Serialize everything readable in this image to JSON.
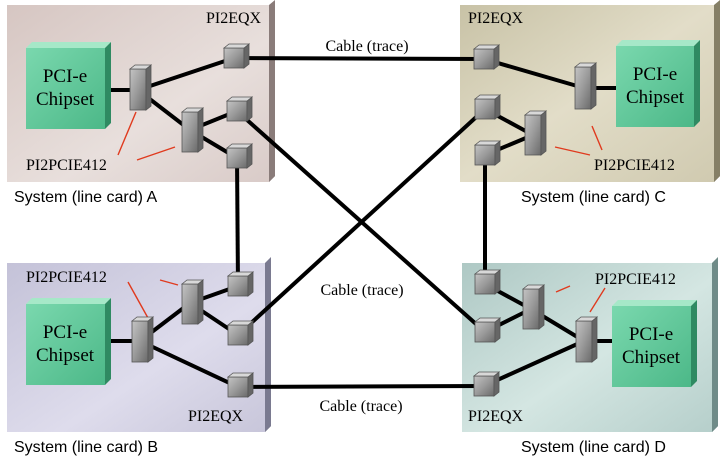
{
  "cables": {
    "label_top": "Cable (trace)",
    "label_middle": "Cable (trace)",
    "label_bottom": "Cable (trace)"
  },
  "systems": {
    "a": {
      "caption": "System (line card) A",
      "chipset_line1": "PCI-e",
      "chipset_line2": "Chipset",
      "redriver_label": "PI2EQX",
      "switch_label": "PI2PCIE412",
      "bg_color": "#d8c6c3"
    },
    "b": {
      "caption": "System (line card) B",
      "chipset_line1": "PCI-e",
      "chipset_line2": "Chipset",
      "redriver_label": "PI2EQX",
      "switch_label": "PI2PCIE412",
      "bg_color": "#c4c4d8"
    },
    "c": {
      "caption": "System (line card) C",
      "chipset_line1": "PCI-e",
      "chipset_line2": "Chipset",
      "redriver_label": "PI2EQX",
      "switch_label": "PI2PCIE412",
      "bg_color": "#cec8ad"
    },
    "d": {
      "caption": "System (line card) D",
      "chipset_line1": "PCI-e",
      "chipset_line2": "Chipset",
      "redriver_label": "PI2EQX",
      "switch_label": "PI2PCIE412",
      "bg_color": "#b5cdca"
    }
  },
  "colors": {
    "chipset_fill": "#5fc89a",
    "chipset_dark": "#3a9a70",
    "chip_fill": "#9a9a9a",
    "wire": "#000000",
    "leader": "#e03a1e"
  }
}
